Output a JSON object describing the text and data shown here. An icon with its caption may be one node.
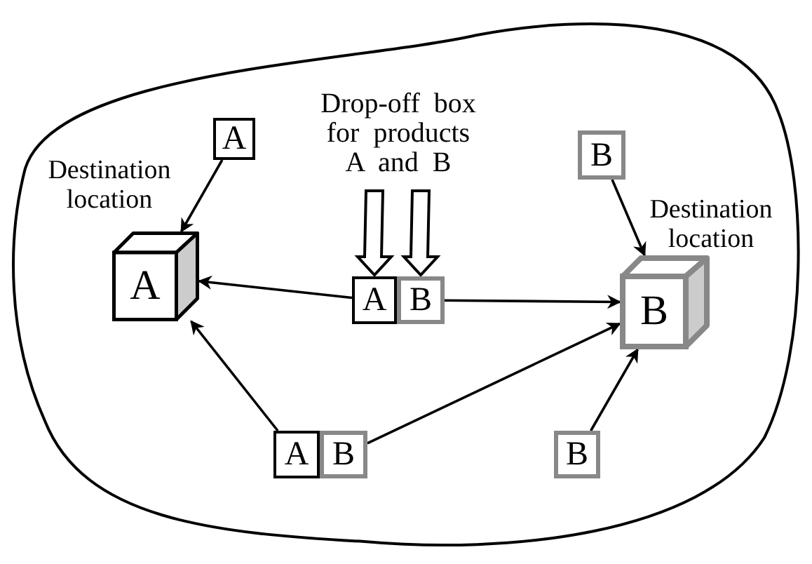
{
  "diagram": {
    "nodes": [
      {
        "text": [
          "A"
        ]
      },
      {
        "text": [
          "A"
        ],
        "beside": [
          "Destination location"
        ]
      },
      {
        "text": [
          "A"
        ]
      },
      {
        "text": [
          "B"
        ]
      },
      {
        "text": [
          "B"
        ],
        "beside": [
          "Destination location"
        ]
      },
      {
        "text": [
          "B"
        ]
      },
      {
        "text": [
          "A"
        ]
      },
      {
        "text": [
          "B"
        ]
      },
      {
        "text": [
          "B"
        ]
      },
      {
        "text": [
          "Drop-off box for products A and B"
        ]
      }
    ],
    "edges": [
      {
        "from": 0,
        "to": 1,
        "arrow": "to"
      },
      {
        "from": 2,
        "to": 1,
        "arrow": "to"
      },
      {
        "from": 6,
        "to": 1,
        "arrow": "to"
      },
      {
        "from": 3,
        "to": 4,
        "arrow": "to"
      },
      {
        "from": 7,
        "to": 4,
        "arrow": "to"
      },
      {
        "from": 5,
        "to": 4,
        "arrow": "to"
      },
      {
        "from": 8,
        "to": 4,
        "arrow": "to"
      },
      {
        "from": 9,
        "to": 2,
        "arrow": "to",
        "style": "thick"
      },
      {
        "from": 9,
        "to": 3,
        "arrow": "to",
        "style": "thick"
      }
    ]
  }
}
